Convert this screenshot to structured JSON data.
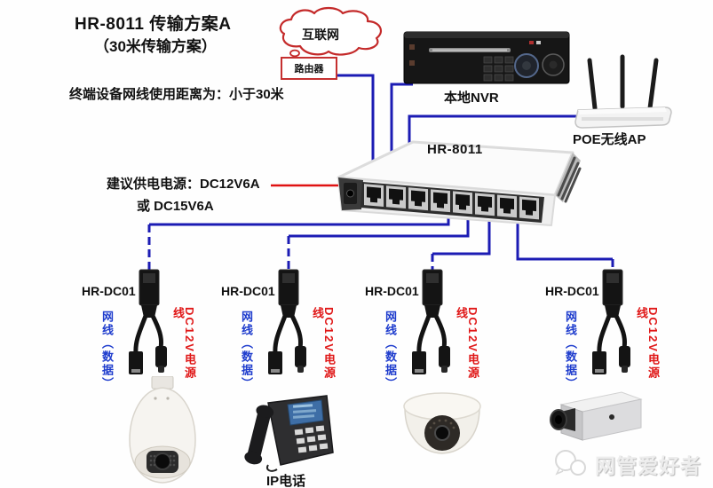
{
  "header": {
    "title_line1": "HR-8011 传输方案A",
    "title_line2": "（30米传输方案）",
    "note": "终端设备网线使用距离为：小于30米"
  },
  "internet": {
    "cloud": "互联网",
    "router": "路由器"
  },
  "power": {
    "line1": "建议供电电源：DC12V6A",
    "line2": "或 DC15V6A"
  },
  "devices": {
    "nvr": "本地NVR",
    "ap": "POE无线AP",
    "switch": "HR-8011",
    "phone": "IP电话"
  },
  "adapters": [
    {
      "label": "HR-DC01",
      "data_line": "网线（数据）",
      "power_line": "DC12V电源线"
    },
    {
      "label": "HR-DC01",
      "data_line": "网线（数据）",
      "power_line": "DC12V电源线"
    },
    {
      "label": "HR-DC01",
      "data_line": "网线（数据）",
      "power_line": "DC12V电源线"
    },
    {
      "label": "HR-DC01",
      "data_line": "网线（数据）",
      "power_line": "DC12V电源线"
    }
  ],
  "watermark": "网管爱好者",
  "colors": {
    "wire_blue": "#1c1cb4",
    "red_accent": "#d42020",
    "data_text_blue": "#1e3ccd",
    "power_text_red": "#e01818"
  }
}
